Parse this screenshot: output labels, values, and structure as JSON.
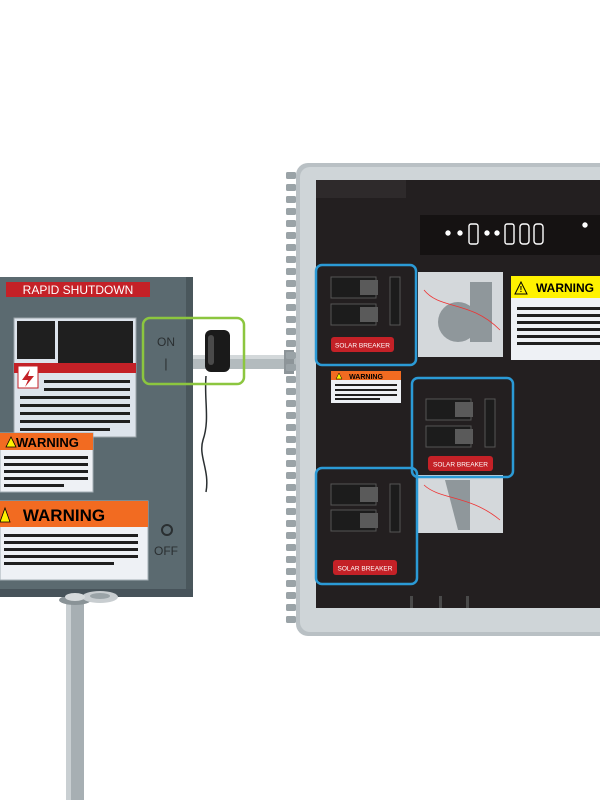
{
  "disconnect": {
    "title": "RAPID SHUTDOWN",
    "on_label": "ON",
    "on_mark": "|",
    "off_label": "OFF",
    "warning_small": "WARNING",
    "warning_large": "WARNING",
    "colors": {
      "body": "#5b6a70",
      "title_red": "#c42127",
      "warning_orange": "#f26b21",
      "highlight_green": "#8cc63f"
    }
  },
  "panel": {
    "warning_small": "WARNING",
    "warning_large": "WARNING",
    "breakers": [
      {
        "label": "SOLAR BREAKER"
      },
      {
        "label": "SOLAR BREAKER"
      },
      {
        "label": "SOLAR BREAKER"
      }
    ],
    "colors": {
      "frame": "#b9c0c4",
      "interior": "#231f20",
      "warning_yellow": "#fff200",
      "breaker_red": "#c42127",
      "highlight_blue": "#2b9ad6"
    }
  }
}
